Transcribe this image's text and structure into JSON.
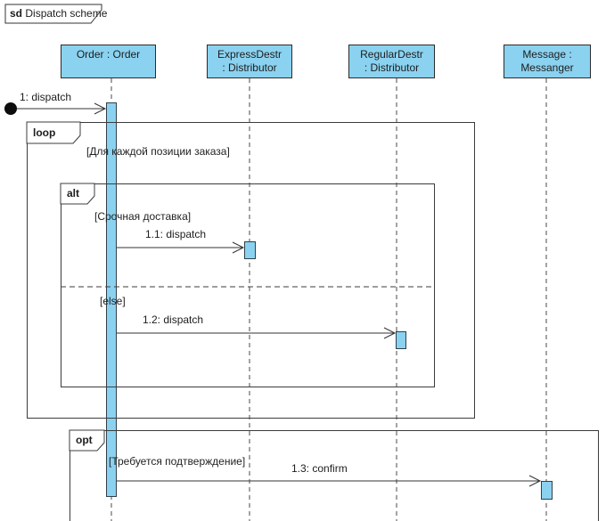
{
  "title": {
    "keyword": "sd",
    "text": "Dispatch scheme"
  },
  "lifelines": [
    {
      "id": "order",
      "label_lines": [
        "Order : Order"
      ]
    },
    {
      "id": "express",
      "label_lines": [
        "ExpressDestr",
        ": Distributor"
      ]
    },
    {
      "id": "regular",
      "label_lines": [
        "RegularDestr",
        ": Distributor"
      ]
    },
    {
      "id": "message",
      "label_lines": [
        "Message :",
        "Messanger"
      ]
    }
  ],
  "messages": [
    {
      "label": "1: dispatch",
      "from": "found",
      "to": "order"
    },
    {
      "label": "1.1: dispatch",
      "from": "order",
      "to": "express"
    },
    {
      "label": "1.2: dispatch",
      "from": "order",
      "to": "regular"
    },
    {
      "label": "1.3: confirm",
      "from": "order",
      "to": "message"
    }
  ],
  "fragments": {
    "loop": {
      "operator": "loop",
      "guard": "[Для каждой позиции заказа]"
    },
    "alt": {
      "operator": "alt",
      "guard1": "[Срочная доставка]",
      "guard2": "[else]"
    },
    "opt": {
      "operator": "opt",
      "guard": "[Требуется подтверждение]"
    }
  },
  "colors": {
    "shape_fill": "#8bd2f0",
    "shape_border": "#2b2b2b",
    "frame_border": "#3c3c3c",
    "text": "#1d1d1d"
  }
}
